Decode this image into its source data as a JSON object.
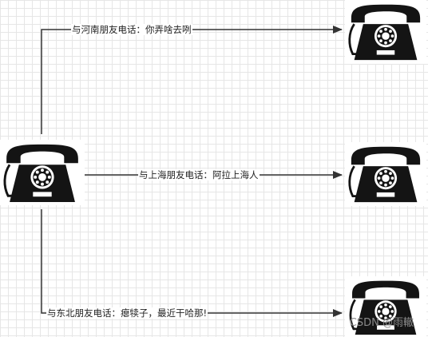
{
  "edges": [
    {
      "label": "与河南朋友电话：你弄啥去咧"
    },
    {
      "label": "与上海朋友电话：阿拉上海人"
    },
    {
      "label": "与东北朋友电话：瘪犊子，最近干哈那!"
    }
  ],
  "watermark": "CSDN @雨轍",
  "colors": {
    "phone": "#141414",
    "edge": "#333333",
    "grid": "#e6e6e6"
  }
}
